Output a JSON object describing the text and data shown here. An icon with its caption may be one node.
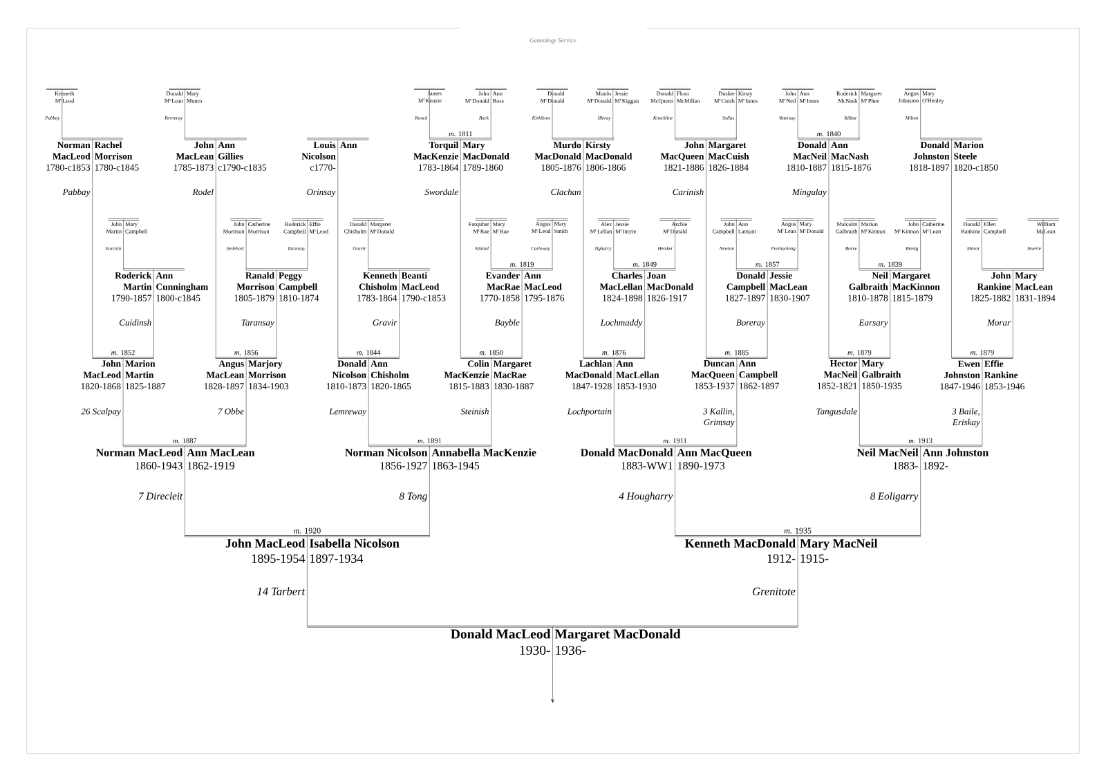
{
  "diagram": {
    "nodes": [
      {
        "text": [
          "Kenneth M$^{c}$Leod"
        ]
      },
      {
        "text": [
          "Donald M$^{c}$Lean",
          "Mary Munro"
        ]
      },
      {
        "text": [
          "James M$^{c}$Kenzie"
        ]
      },
      {
        "text": [
          "John M$^{c}$Donald",
          "Ann Ross"
        ]
      },
      {
        "text": [
          "Donald M$^{c}$Donald"
        ]
      },
      {
        "text": [
          "Murdo M$^{c}$Donald",
          "Jessie M$^{c}$Kiggan"
        ]
      },
      {
        "text": [
          "Donald McQueen",
          "Flora McMillan"
        ]
      },
      {
        "text": [
          "Dushie M$^{c}$Cuish",
          "Kirsty M$^{c}$Innes"
        ]
      },
      {
        "text": [
          "John M$^{c}$Neil",
          "Ann M$^{c}$Innes"
        ]
      },
      {
        "text": [
          "Roderick McNash",
          "Margaret M$^{c}$Phee"
        ]
      },
      {
        "text": [
          "Angus Johnston",
          "Mary O'Henley"
        ]
      },
      {
        "text": [
          "Norman MacLeod",
          "Rachel Morrison",
          "1780-c1853",
          "1780-c1845"
        ]
      },
      {
        "text": [
          "John MacLean",
          "Ann Gillies",
          "1785-1873",
          "c1790-c1835"
        ]
      },
      {
        "text": [
          "Louis Nicolson",
          "Ann",
          "c1770-"
        ]
      },
      {
        "text": [
          "Torquil MacKenzie",
          "Mary MacDonald",
          "1783-1864",
          "1789-1860",
          "*m.* 1811"
        ]
      },
      {
        "text": [
          "Murdo MacDonald",
          "Kirsty MacDonald",
          "1805-1876",
          "1806-1866"
        ]
      },
      {
        "text": [
          "John MacQueen",
          "Margaret MacCuish",
          "1821-1886",
          "1826-1884"
        ]
      },
      {
        "text": [
          "Donald MacNeil",
          "Ann MacNash",
          "1810-1887",
          "1815-1876",
          "*m.* 1840"
        ]
      },
      {
        "text": [
          "Donald Johnston",
          "Marion Steele",
          "1818-1897",
          "1820-c1850"
        ]
      },
      {
        "text": [
          "John Martin",
          "Mary Campbell"
        ]
      },
      {
        "text": [
          "John Morrison",
          "Catherine Morrison"
        ]
      },
      {
        "text": [
          "Roderick Campbell",
          "Effie M$^{c}$Leod"
        ]
      },
      {
        "text": [
          "Donald Chisholm",
          "Margaret M$^{c}$Donald"
        ]
      },
      {
        "text": [
          "Farquhar M$^{c}$Rae",
          "Mary M$^{c}$Rae"
        ]
      },
      {
        "text": [
          "Angus M$^{c}$Leod",
          "Mary Smith"
        ]
      },
      {
        "text": [
          "Alex M$^{c}$Lellan",
          "Jessie M$^{c}$Intyre"
        ]
      },
      {
        "text": [
          "Archie M$^{c}$Donald"
        ]
      },
      {
        "text": [
          "John Campbell",
          "Ann Lamont"
        ]
      },
      {
        "text": [
          "Angus M$^{c}$Lean",
          "Mary M$^{c}$Donald"
        ]
      },
      {
        "text": [
          "Malcolm Galbraith",
          "Marion M$^{c}$Kinnon"
        ]
      },
      {
        "text": [
          "John M$^{c}$Kinnon",
          "Catherine M$^{c}$Lean"
        ]
      },
      {
        "text": [
          "Donald Rankine",
          "Ellen Campbell"
        ]
      },
      {
        "text": [
          "William McLean"
        ]
      },
      {
        "text": [
          "Roderick Martin",
          "Ann Cunningham",
          "1790-1857",
          "1800-c1845"
        ]
      },
      {
        "text": [
          "Ranald Morrison",
          "Peggy Campbell",
          "1805-1879",
          "1810-1874"
        ]
      },
      {
        "text": [
          "Kenneth Chisholm",
          "Beanti MacLeod",
          "1783-1864",
          "1790-c1853"
        ]
      },
      {
        "text": [
          "Evander MacRae",
          "Ann MacLeod",
          "1770-1858",
          "1795-1876",
          "*m.* 1819"
        ]
      },
      {
        "text": [
          "Charles MacLellan",
          "Joan MacDonald",
          "1824-1898",
          "1826-1917",
          "*m.* 1849"
        ]
      },
      {
        "text": [
          "Donald Campbell",
          "Jessie MacLean",
          "1827-1897",
          "1830-1907",
          "*m.* 1857"
        ]
      },
      {
        "text": [
          "Neil Galbraith",
          "Margaret MacKinnon",
          "1810-1878",
          "1815-1879",
          "*m.* 1839"
        ]
      },
      {
        "text": [
          "John Rankine",
          "Mary MacLean",
          "1825-1882",
          "1831-1894"
        ]
      },
      {
        "text": [
          "John MacLeod",
          "Marion Martin",
          "1820-1868",
          "1825-1887",
          "*m.* 1852"
        ]
      },
      {
        "text": [
          "Angus MacLean",
          "Marjory Morrison",
          "1828-1897",
          "1834-1903",
          "*m.* 1856"
        ]
      },
      {
        "text": [
          "Donald Nicolson",
          "Ann Chisholm",
          "1810-1873",
          "1820-1865",
          "*m.* 1844"
        ]
      },
      {
        "text": [
          "Colin MacKenzie",
          "Margaret MacRae",
          "1815-1883",
          "1830-1887",
          "*m.* 1850"
        ]
      },
      {
        "text": [
          "Lachlan MacDonald",
          "Ann MacLellan",
          "1847-1928",
          "1853-1930",
          "*m.* 1876"
        ]
      },
      {
        "text": [
          "Duncan MacQueen",
          "Ann Campbell",
          "1853-1937",
          "1862-1897",
          "*m.* 1885"
        ]
      },
      {
        "text": [
          "Hector MacNeil",
          "Mary Galbraith",
          "1852-1821",
          "1850-1935",
          "*m.* 1879"
        ]
      },
      {
        "text": [
          "Ewen Johnston",
          "Effie Rankine",
          "1847-1946",
          "1853-1946",
          "*m.* 1879"
        ]
      },
      {
        "text": [
          "Norman MacLeod",
          "Ann MacLean",
          "1860-1943",
          "1862-1919",
          "*m.* 1887"
        ]
      },
      {
        "text": [
          "Norman Nicolson",
          "Annabella MacKenzie",
          "1856-1927",
          "1863-1945",
          "*m.* 1891"
        ]
      },
      {
        "text": [
          "Donald MacDonald",
          "Ann MacQueen",
          "1883-WW1",
          "1890-1973",
          "*m.* 1911"
        ]
      },
      {
        "text": [
          "Neil MacNeil",
          "Ann Johnston",
          "1883-",
          "1892-",
          "*m.* 1913"
        ]
      },
      {
        "text": [
          "John MacLeod",
          "Isabella Nicolson",
          "1895-1954",
          "1897-1934",
          "*m.* 1920"
        ]
      },
      {
        "text": [
          "Kenneth MacDonald",
          "Mary MacNeil",
          "1912-",
          "1915-",
          "*m.* 1935"
        ]
      },
      {
        "text": [
          "Donald MacLeod",
          "Margaret MacDonald",
          "1930-",
          "1936-"
        ]
      }
    ],
    "edges": [
      {
        "from": 0,
        "to": 11,
        "arrow": "none",
        "label": "Pabbay"
      },
      {
        "from": 1,
        "to": 12,
        "arrow": "none",
        "label": "Berneray"
      },
      {
        "from": 2,
        "to": 14,
        "arrow": "none",
        "label": "Knock"
      },
      {
        "from": 3,
        "to": 14,
        "arrow": "none",
        "label": "Back"
      },
      {
        "from": 4,
        "to": 15,
        "arrow": "none",
        "label": "Kirkibost"
      },
      {
        "from": 5,
        "to": 15,
        "arrow": "none",
        "label": "Illeray"
      },
      {
        "from": 6,
        "to": 16,
        "arrow": "none",
        "label": "Knockline"
      },
      {
        "from": 7,
        "to": 16,
        "arrow": "none",
        "label": "Sollas"
      },
      {
        "from": 8,
        "to": 17,
        "arrow": "none",
        "label": "Vatersay"
      },
      {
        "from": 9,
        "to": 17,
        "arrow": "none",
        "label": "Kilbar"
      },
      {
        "from": 10,
        "to": 18,
        "arrow": "none",
        "label": "Milton"
      },
      {
        "from": 11,
        "to": 41,
        "arrow": "none",
        "label": "Pabbay"
      },
      {
        "from": 12,
        "to": 42,
        "arrow": "none",
        "label": "Rodel"
      },
      {
        "from": 13,
        "to": 43,
        "arrow": "none",
        "label": "Orinsay"
      },
      {
        "from": 14,
        "to": 44,
        "arrow": "none",
        "label": "Swordale"
      },
      {
        "from": 15,
        "to": 45,
        "arrow": "none",
        "label": "Clachan"
      },
      {
        "from": 16,
        "to": 46,
        "arrow": "none",
        "label": "Carinish"
      },
      {
        "from": 17,
        "to": 47,
        "arrow": "none",
        "label": "Mingulay"
      },
      {
        "from": 18,
        "to": 48,
        "arrow": "none"
      },
      {
        "from": 19,
        "to": 33,
        "arrow": "none",
        "label": "Scarista"
      },
      {
        "from": 20,
        "to": 34,
        "arrow": "none",
        "label": "Seilebost"
      },
      {
        "from": 21,
        "to": 34,
        "arrow": "none",
        "label": "Taransay"
      },
      {
        "from": 22,
        "to": 35,
        "arrow": "none",
        "label": "Gravir"
      },
      {
        "from": 23,
        "to": 36,
        "arrow": "none",
        "label": "Kintail"
      },
      {
        "from": 24,
        "to": 36,
        "arrow": "none",
        "label": "Carloway"
      },
      {
        "from": 25,
        "to": 37,
        "arrow": "none",
        "label": "Tigharry"
      },
      {
        "from": 26,
        "to": 37,
        "arrow": "none",
        "label": "Heisker"
      },
      {
        "from": 27,
        "to": 38,
        "arrow": "none",
        "label": "Newton"
      },
      {
        "from": 28,
        "to": 38,
        "arrow": "none",
        "label": "Portnaolong"
      },
      {
        "from": 29,
        "to": 39,
        "arrow": "none",
        "label": "Borve"
      },
      {
        "from": 30,
        "to": 39,
        "arrow": "none",
        "label": "Bresig"
      },
      {
        "from": 31,
        "to": 40,
        "arrow": "none",
        "label": "Morar"
      },
      {
        "from": 32,
        "to": 40,
        "arrow": "none",
        "label": "Inverie"
      },
      {
        "from": 33,
        "to": 41,
        "arrow": "none",
        "label": "Cuidinsh"
      },
      {
        "from": 34,
        "to": 42,
        "arrow": "none",
        "label": "Taransay"
      },
      {
        "from": 35,
        "to": 43,
        "arrow": "none",
        "label": "Gravir"
      },
      {
        "from": 36,
        "to": 44,
        "arrow": "none",
        "label": "Bayble"
      },
      {
        "from": 37,
        "to": 45,
        "arrow": "none",
        "label": "Lochmaddy"
      },
      {
        "from": 38,
        "to": 46,
        "arrow": "none",
        "label": "Boreray"
      },
      {
        "from": 39,
        "to": 47,
        "arrow": "none",
        "label": "Earsary"
      },
      {
        "from": 40,
        "to": 48,
        "arrow": "none",
        "label": "Morar"
      },
      {
        "from": 41,
        "to": 49,
        "arrow": "none",
        "label": "26 Scalpay"
      },
      {
        "from": 42,
        "to": 49,
        "arrow": "none",
        "label": "7 Obbe"
      },
      {
        "from": 43,
        "to": 50,
        "arrow": "none",
        "label": "Lemreway"
      },
      {
        "from": 44,
        "to": 50,
        "arrow": "none",
        "label": "Steinish"
      },
      {
        "from": 45,
        "to": 51,
        "arrow": "none",
        "label": "Lochportain"
      },
      {
        "from": 46,
        "to": 51,
        "arrow": "none",
        "label": "3 Kallin, Grimsay"
      },
      {
        "from": 47,
        "to": 52,
        "arrow": "none",
        "label": "Tangusdale"
      },
      {
        "from": 48,
        "to": 52,
        "arrow": "none",
        "label": "3 Baile, Eriskay"
      },
      {
        "from": 49,
        "to": 53,
        "arrow": "none",
        "label": "7 Direcleit"
      },
      {
        "from": 50,
        "to": 53,
        "arrow": "none",
        "label": "8 Tong"
      },
      {
        "from": 51,
        "to": 54,
        "arrow": "none",
        "label": "4 Hougharry"
      },
      {
        "from": 52,
        "to": 54,
        "arrow": "none",
        "label": "8 Eoligarry"
      },
      {
        "from": 53,
        "to": 55,
        "arrow": "none",
        "label": "14 Tarbert"
      },
      {
        "from": 54,
        "to": 55,
        "arrow": "none",
        "label": "Grenitote"
      },
      {
        "from": 55,
        "to": null,
        "arrow": "to"
      }
    ],
    "labels": [
      "Genealogy Service"
    ]
  }
}
